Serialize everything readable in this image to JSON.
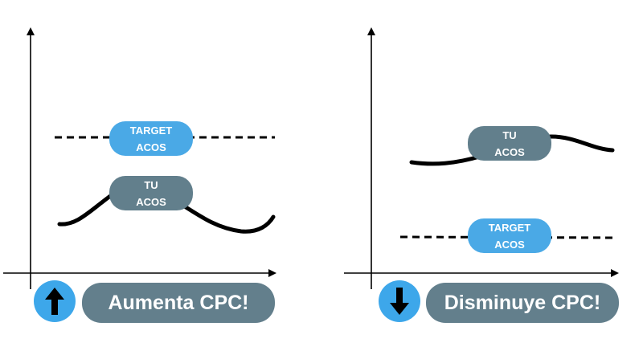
{
  "panels": [
    {
      "id": "left",
      "target_pill": {
        "line1": "TARGET",
        "line2": "ACOS"
      },
      "tu_pill": {
        "line1": "TU",
        "line2": "ACOS"
      },
      "relation": "tu_acos_below_target",
      "action": {
        "icon": "arrow-up-icon",
        "label": "Aumenta CPC!"
      }
    },
    {
      "id": "right",
      "target_pill": {
        "line1": "TARGET",
        "line2": "ACOS"
      },
      "tu_pill": {
        "line1": "TU",
        "line2": "ACOS"
      },
      "relation": "tu_acos_above_target",
      "action": {
        "icon": "arrow-down-icon",
        "label": "Disminuye CPC!"
      }
    }
  ],
  "colors": {
    "target_pill": "#4aa9e6",
    "tu_pill": "#627f8c",
    "action_pill": "#637f8c",
    "icon_circle": "#3da7ea",
    "line": "#000000"
  }
}
